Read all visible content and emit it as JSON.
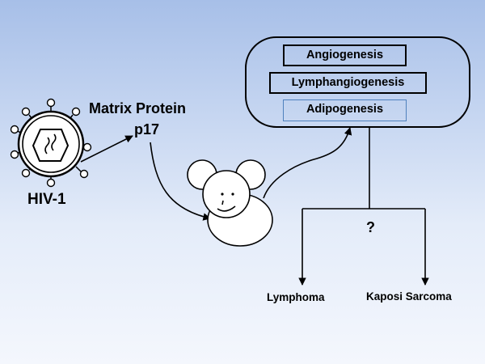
{
  "virus": {
    "label": "HIV-1"
  },
  "protein": {
    "title": "Matrix Protein",
    "subtitle": "p17"
  },
  "processes": [
    "Angiogenesis",
    "Lymphangiogenesis",
    "Adipogenesis"
  ],
  "question": "?",
  "outcomes": {
    "left": "Lymphoma",
    "right": "Kaposi Sarcoma"
  },
  "colors": {
    "highlight_border": "#4f81bd"
  }
}
